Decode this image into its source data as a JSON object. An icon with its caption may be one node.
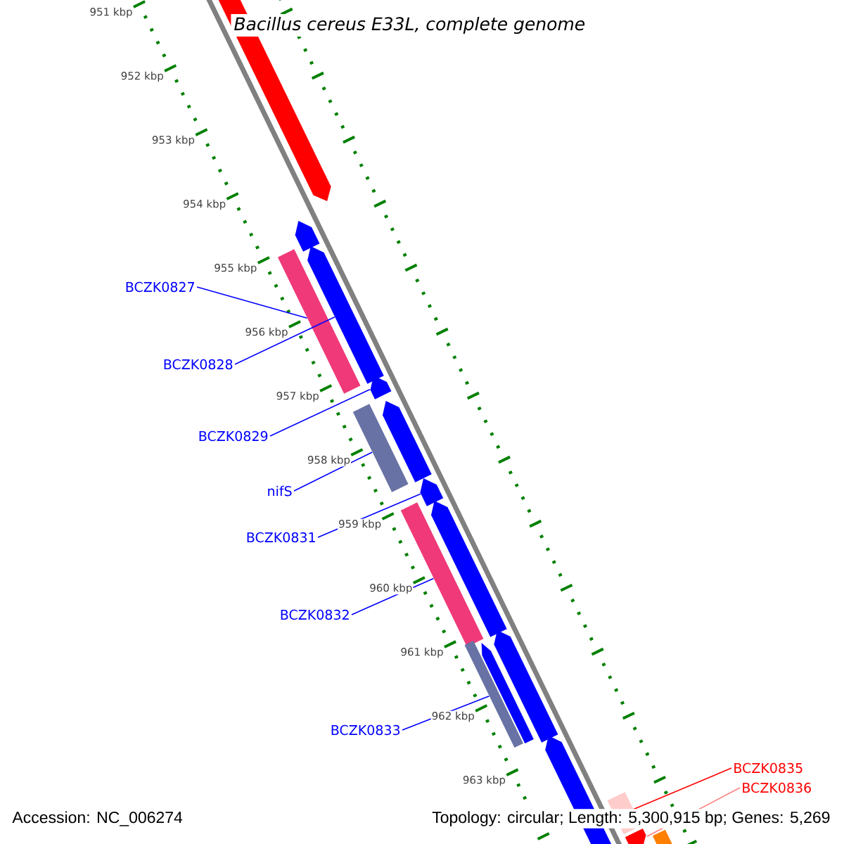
{
  "diagram": {
    "title": "Bacillus cereus E33L, complete genome",
    "nodes": [
      {
        "text": [
          "BCZK0827"
        ]
      },
      {
        "text": [
          "BCZK0828"
        ]
      },
      {
        "text": [
          "BCZK0829"
        ]
      },
      {
        "text": [
          "nifS"
        ]
      },
      {
        "text": [
          "BCZK0831"
        ]
      },
      {
        "text": [
          "BCZK0832"
        ]
      },
      {
        "text": [
          "BCZK0833"
        ]
      },
      {
        "text": [
          "BCZK0835"
        ]
      },
      {
        "text": [
          "BCZK0836"
        ]
      },
      {
        "text": [],
        "shape": "arrow"
      },
      {
        "text": [],
        "shape": "arrow"
      },
      {
        "text": [],
        "shape": "bar"
      },
      {
        "text": [],
        "shape": "arrow"
      },
      {
        "text": [],
        "shape": "arrow"
      },
      {
        "text": [],
        "shape": "bar"
      },
      {
        "text": [],
        "shape": "arrow"
      },
      {
        "text": [],
        "shape": "arrow"
      },
      {
        "text": [],
        "shape": "bar"
      },
      {
        "text": [],
        "shape": "arrow"
      },
      {
        "text": [],
        "shape": "bar"
      },
      {
        "text": [],
        "shape": "arrow"
      },
      {
        "text": [],
        "shape": "arrow"
      },
      {
        "text": [],
        "shape": "arrow"
      },
      {
        "text": [],
        "shape": "bar"
      },
      {
        "text": [],
        "shape": "arrow"
      },
      {
        "text": [],
        "shape": "bar"
      }
    ],
    "edges": [
      {
        "from": 0,
        "to": 11,
        "arrow": "none"
      },
      {
        "from": 1,
        "to": 12,
        "arrow": "none"
      },
      {
        "from": 2,
        "to": 13,
        "arrow": "none"
      },
      {
        "from": 3,
        "to": 14,
        "arrow": "none"
      },
      {
        "from": 4,
        "to": 16,
        "arrow": "none"
      },
      {
        "from": 5,
        "to": 17,
        "arrow": "none"
      },
      {
        "from": 6,
        "to": 19,
        "arrow": "none"
      },
      {
        "from": 7,
        "to": 23,
        "arrow": "none",
        "color": "#ff0000"
      },
      {
        "from": 8,
        "to": 24,
        "arrow": "none",
        "color": "#ff8080"
      }
    ],
    "labels": [
      "951 kbp",
      "952 kbp",
      "953 kbp",
      "954 kbp",
      "955 kbp",
      "956 kbp",
      "957 kbp",
      "958 kbp",
      "959 kbp",
      "960 kbp",
      "961 kbp",
      "962 kbp",
      "963 kbp",
      "Accession: NC_006274",
      "Topology: circular; Length: 5,300,915 bp; Genes: 5,269"
    ]
  }
}
